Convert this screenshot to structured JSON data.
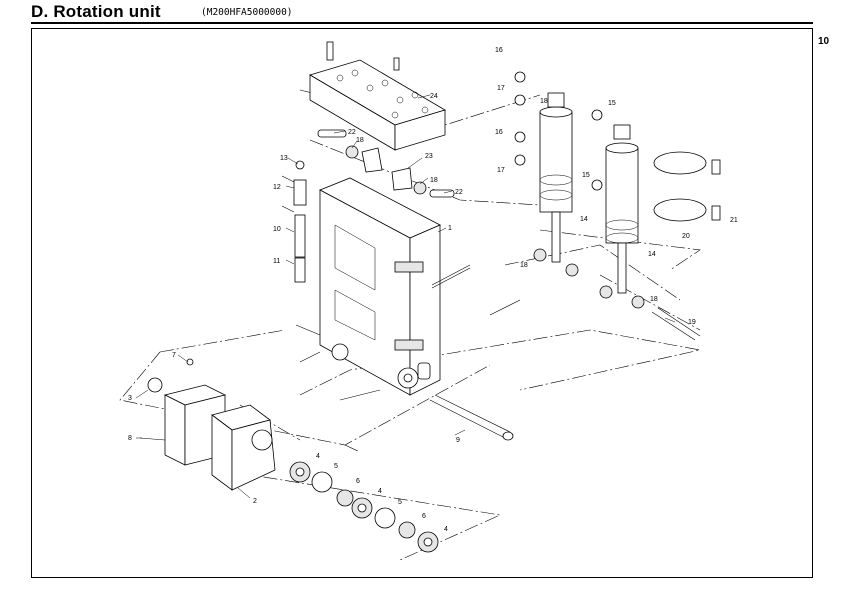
{
  "header": {
    "title": "D. Rotation unit",
    "model_code": "(M200HFA5000000)",
    "page_number": "10"
  },
  "callouts": [
    "1",
    "2",
    "3",
    "4",
    "4",
    "4",
    "5",
    "5",
    "6",
    "6",
    "7",
    "8",
    "9",
    "10",
    "11",
    "12",
    "13",
    "14",
    "14",
    "15",
    "15",
    "16",
    "16",
    "17",
    "17",
    "18",
    "18",
    "18",
    "18",
    "18",
    "19",
    "20",
    "21",
    "22",
    "22",
    "23",
    "24"
  ]
}
